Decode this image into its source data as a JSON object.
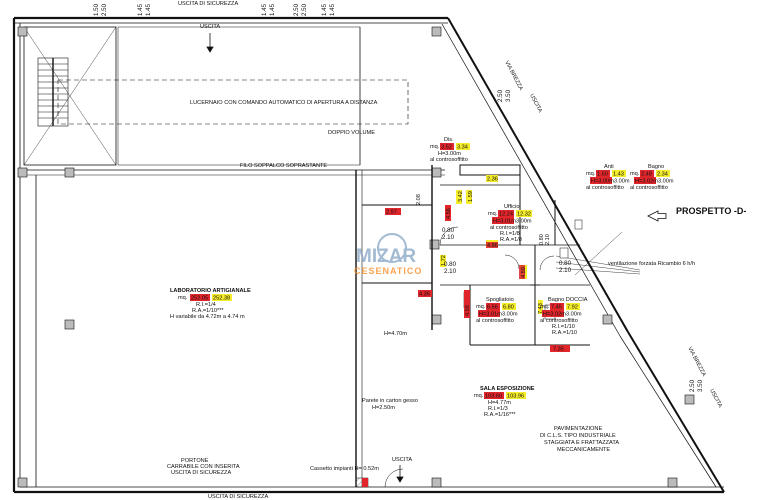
{
  "top": {
    "uscita_sicurezza": "USCITA DI SICUREZZA",
    "uscita": "USCITA",
    "dims": [
      "1.50",
      "2.50",
      "1.45",
      "1.45",
      "1.45",
      "1.45",
      "2.50",
      "2.50",
      "1.45",
      "1.45"
    ]
  },
  "labels": {
    "lucernaio": "LUCERNAIO CON COMANDO AUTOMATICO DI APERTURA A DISTANZA",
    "doppio_volume": "DOPPIO VOLUME",
    "filo_soppalco": "FILO SOPPALCO SOPRASTANTE",
    "prospetto": "PROSPETTO -D-",
    "via_right_top": "VIA BREZZA",
    "via_right_bottom": "VIA BREZZA",
    "ventilazione": "ventilazione forzata Ricambio 6 h/h",
    "uscita_right_top": "USCITA",
    "uscita_right_bottom": "USCITA",
    "uscita_bottom": "USCITA",
    "h470": "H=4.70m",
    "bottom_sicurezza": "USCITA DI SICUREZZA"
  },
  "rooms": {
    "laboratorio": {
      "title": "LABORATORIO ARTIGIANALE",
      "area_label": "mq.",
      "area_red": "252.05",
      "area": "252.38",
      "ri": "R.I.=1/4",
      "ra": "R.A.=1/10***",
      "h": "H variabile da 4.72m a 4.74 m"
    },
    "dis": {
      "title": "Dis.",
      "area_label": "mq.",
      "area_red": "3.52",
      "area": "3.34",
      "h": "H=3.00m",
      "note": "al controsoffitto"
    },
    "ufficio": {
      "title": "Ufficio",
      "area_label": "mq.",
      "area_red": "12.24",
      "area": "12.32",
      "h_red": "H=3.01m",
      "h": "3.00m",
      "note": "al controsoffitto",
      "ri": "R.I.=1/8",
      "ra": "R.A.=1/8"
    },
    "anti": {
      "title": "Anti",
      "area_label": "mq.",
      "area_red": "1.50",
      "area": "1.43",
      "h_red": "H=3.00m",
      "h": "3.00m",
      "note": "al controsoffitto"
    },
    "bagno": {
      "title": "Bagno",
      "area_label": "mq.",
      "area_red": "2.48",
      "area": "2.34",
      "h_red": "H=3.02m",
      "h": "3.00m",
      "note": "al controsoffitto"
    },
    "spogliatoio": {
      "title": "Spogliatoio",
      "area_label": "mq.",
      "area_red": "6.56",
      "area": "6.80",
      "h_red": "H=3.01m",
      "h": "3.00m",
      "note": "al controsoffitto"
    },
    "bagno_doccia": {
      "title": "Bagno DOCCIA",
      "area_label": "mq.",
      "area_red": "7.45",
      "area": "7.92",
      "h_red": "H=3.02m",
      "h": "3.00m",
      "note": "al controsoffitto",
      "ri": "R.I.=1/10",
      "ra": "R.A.=1/10"
    },
    "sala": {
      "title": "SALA ESPOSIZIONE",
      "area_label": "mq.",
      "area_red": "103.60",
      "area": "103.96",
      "h": "H=4.77m",
      "ri": "R.I.=1/3",
      "ra": "R.A.=1/16***"
    }
  },
  "paviment": [
    "PAVIMENTAZIONE",
    "DI C.L.S. TIPO INDUSTRIALE",
    "STAGGIATA E FRATTAZZATA",
    "MECCANICAMENTE"
  ],
  "portone": [
    "PORTONE",
    "CARRABILE CON INSERITA",
    "USCITA DI SICUREZZA"
  ],
  "parete": [
    "Parete in carton gesso",
    "H=2.50m"
  ],
  "cassetto": "Cassetto impianti H= 0.52m",
  "dims": {
    "d080a": "0.80",
    "d210a": "2.10",
    "d080b": "0.80",
    "d210b": "2.10",
    "d080c": "0.80",
    "d210c": "2.10",
    "d080d": "0.80",
    "d210d": "2.10",
    "d250a": "2.50",
    "d350a": "3.50",
    "d250b": "2.50",
    "d350b": "3.50",
    "red1": "2.97",
    "red2": "4.56",
    "red3": "4.36",
    "red4": "4.58",
    "red5": "7.35",
    "red6": "4.86",
    "ylw1": "3.42",
    "ylw2": "2.36",
    "ylw3": "1.59",
    "ylw4": "4.59",
    "ylw5": "1.72",
    "ylw6": "7.43",
    "ylw7": "2.08"
  },
  "watermark": {
    "name": "MIZAR",
    "sub": "CESENATICO"
  },
  "colors": {
    "line": "#111111",
    "highlight_yellow": "#f5ec2a",
    "highlight_red": "#e0262b",
    "watermark_blue": "#8aa7c7",
    "watermark_orange": "#ff8a1e"
  }
}
